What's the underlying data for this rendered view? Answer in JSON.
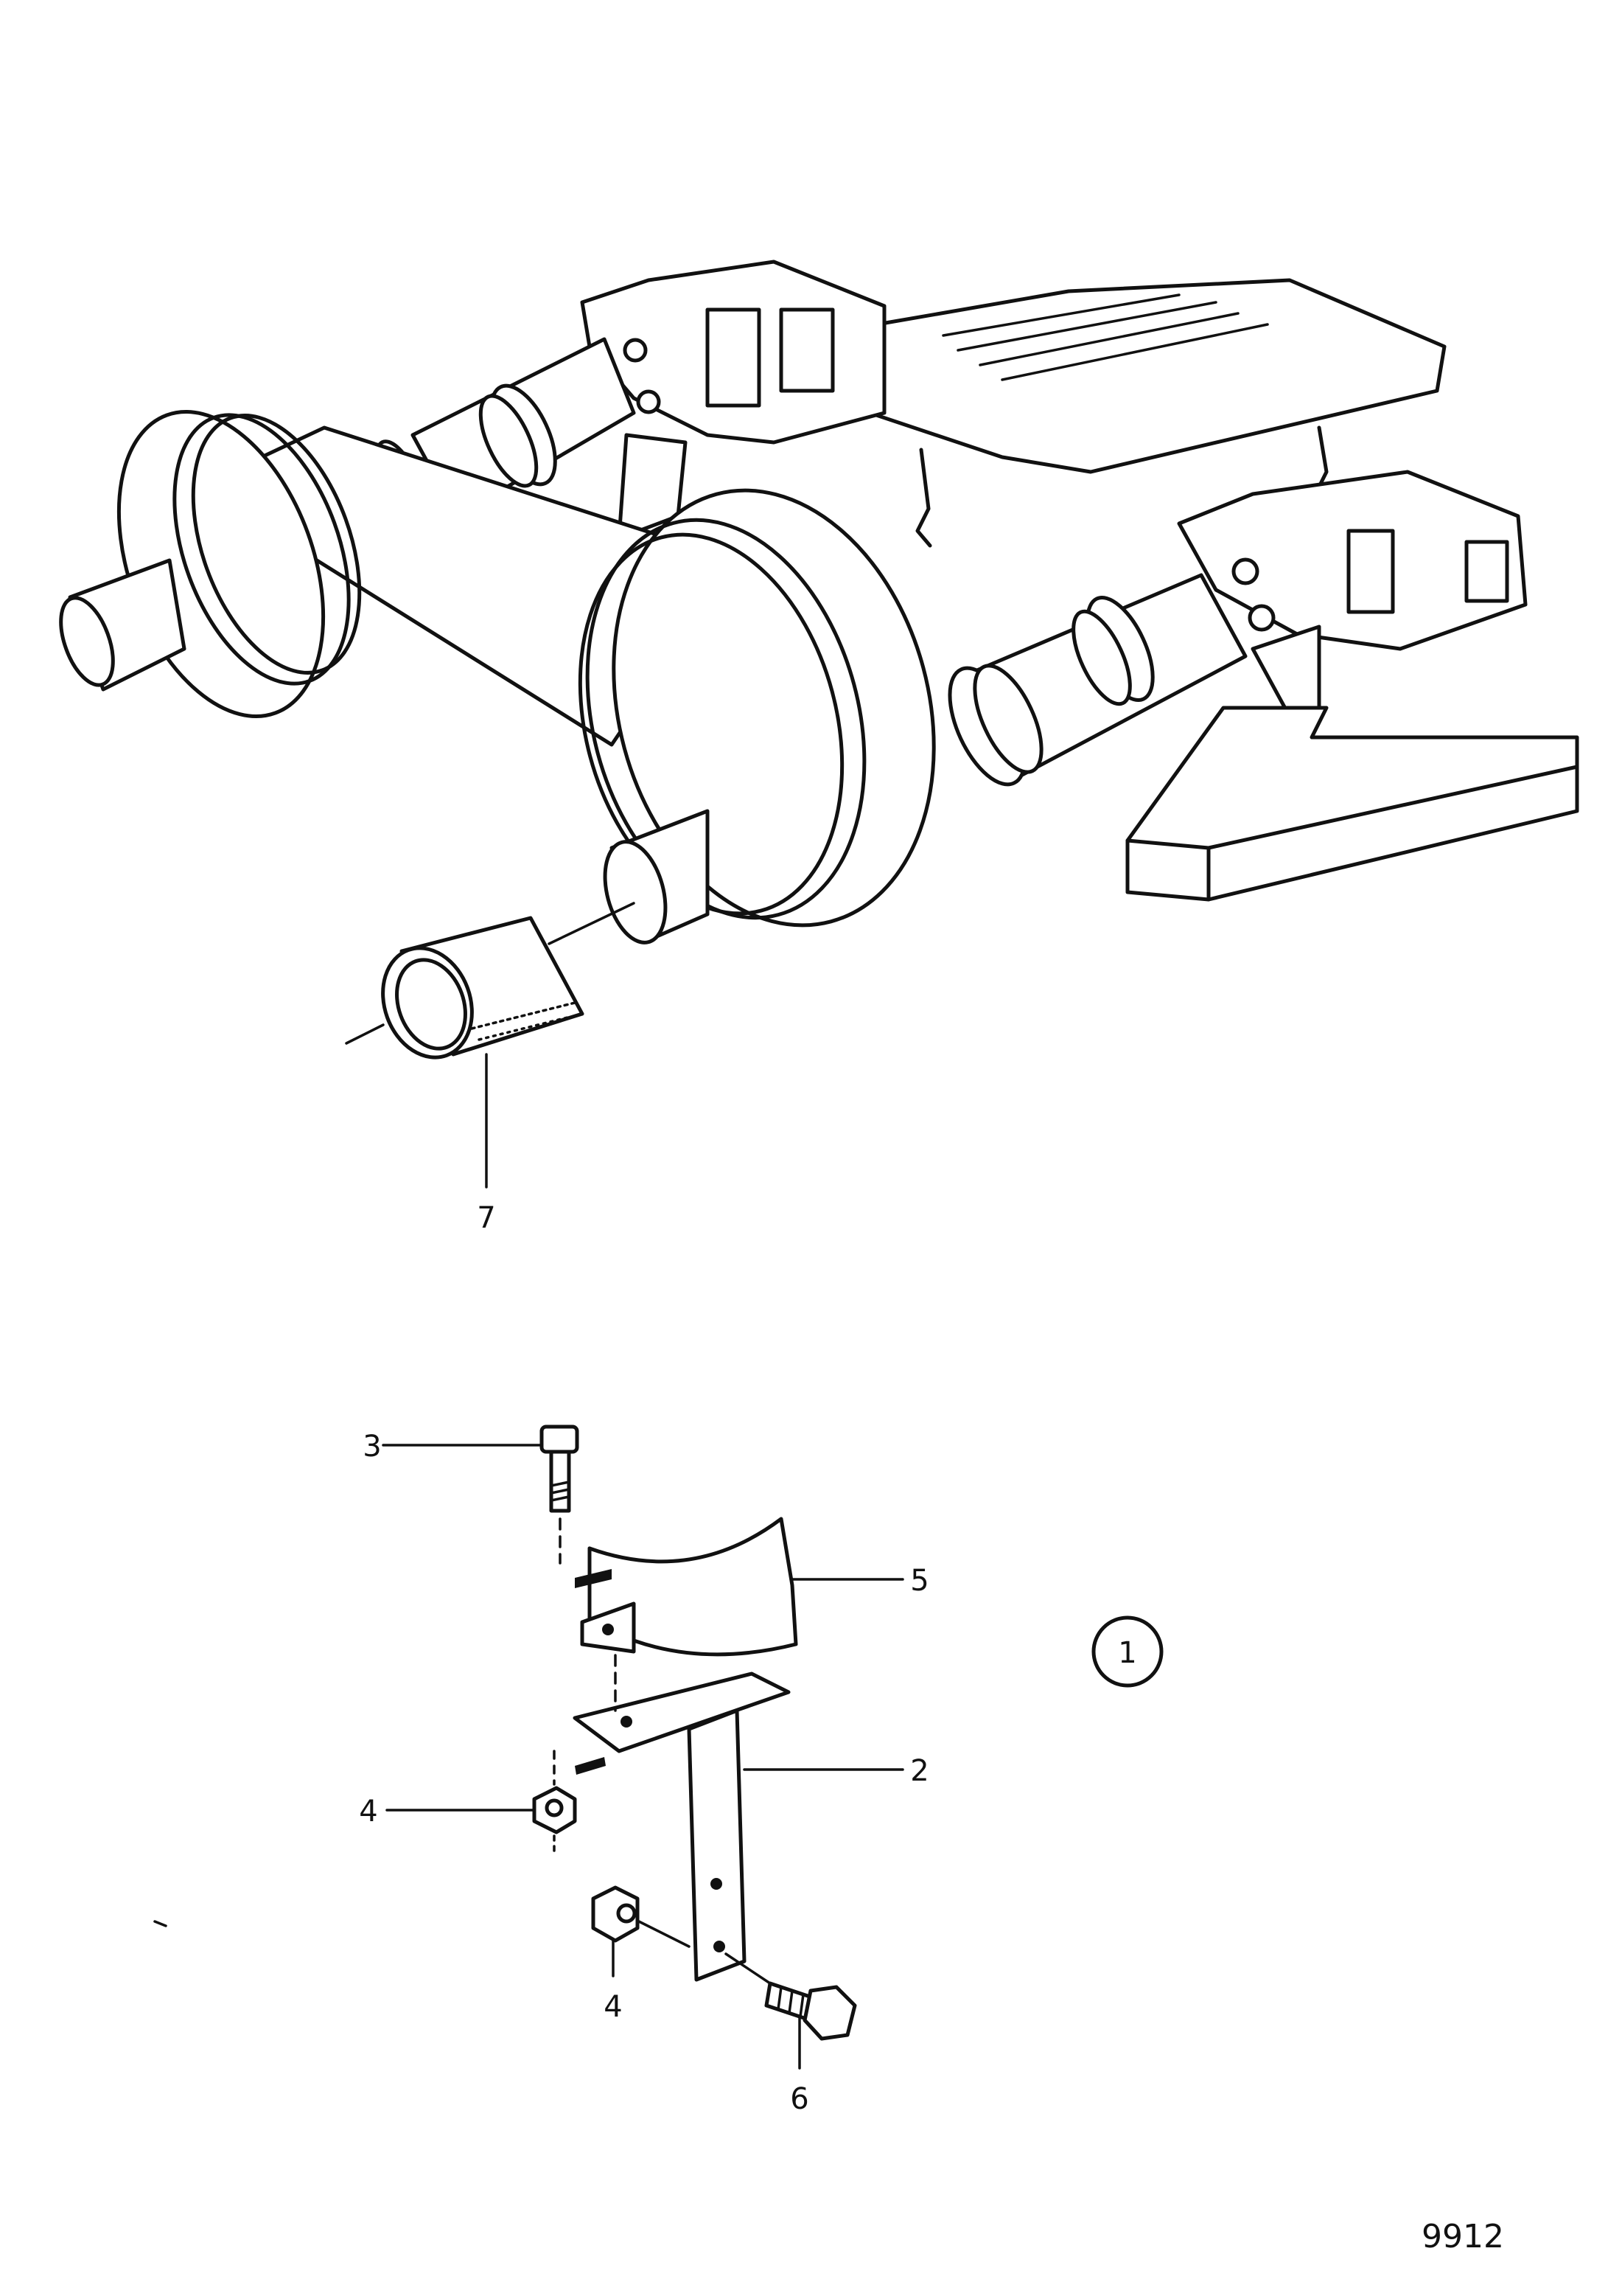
{
  "callouts": {
    "c7": "7",
    "c3": "3",
    "c5": "5",
    "c2": "2",
    "c4a": "4",
    "c4b": "4",
    "c6": "6"
  },
  "reference": "1",
  "figure_number": "9912"
}
